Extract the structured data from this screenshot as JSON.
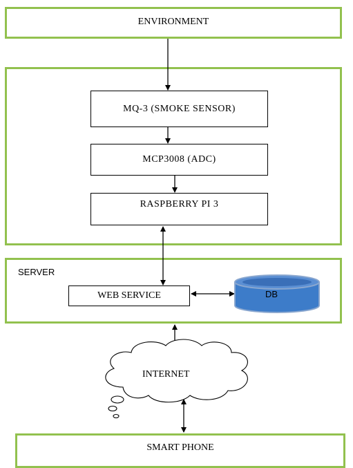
{
  "environment": {
    "label": "ENVIRONMENT"
  },
  "device": {
    "sensor": "MQ-3 (SMOKE SENSOR)",
    "adc": "MCP3008 (ADC)",
    "board": "RASPBERRY PI 3"
  },
  "server": {
    "label": "SERVER",
    "web_service": "WEB SERVICE",
    "db": "DB"
  },
  "internet": {
    "label": "INTERNET"
  },
  "smart_phone": {
    "label": "SMART PHONE"
  },
  "colors": {
    "container_border": "#92c14e",
    "db_fill": "#3d7cc9",
    "db_top": "#5b8fd3"
  }
}
